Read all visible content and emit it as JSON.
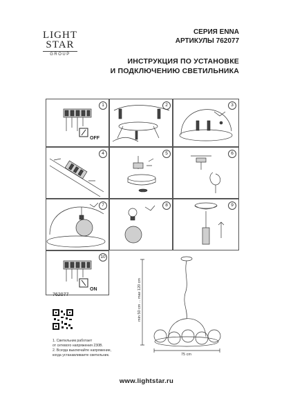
{
  "logo": {
    "line1": "LIGHT",
    "line2": "STAR",
    "line3": "GROUP"
  },
  "header": {
    "series": "СЕРИЯ ENNA",
    "articles": "АРТИКУЛЫ 762077"
  },
  "title": {
    "line1": "ИНСТРУКЦИЯ ПО УСТАНОВКЕ",
    "line2": "И ПОДКЛЮЧЕНИЮ СВЕТИЛЬНИКА"
  },
  "steps": [
    {
      "number": "1",
      "label": "OFF"
    },
    {
      "number": "2"
    },
    {
      "number": "3"
    },
    {
      "number": "4"
    },
    {
      "number": "5"
    },
    {
      "number": "6"
    },
    {
      "number": "7"
    },
    {
      "number": "8"
    },
    {
      "number": "9"
    },
    {
      "number": "10",
      "label": "ON"
    }
  ],
  "product_code": "762077",
  "notes": [
    "1. Светильник работает",
    "от сетевого напряжения 230В.",
    "2. Всегда выключайте напряжение,",
    "когда устанавливаете светильник."
  ],
  "dimensions": {
    "width": "75 cm",
    "height": "min 50 cm ... max 120 cm"
  },
  "website": "www.lightstar.ru"
}
